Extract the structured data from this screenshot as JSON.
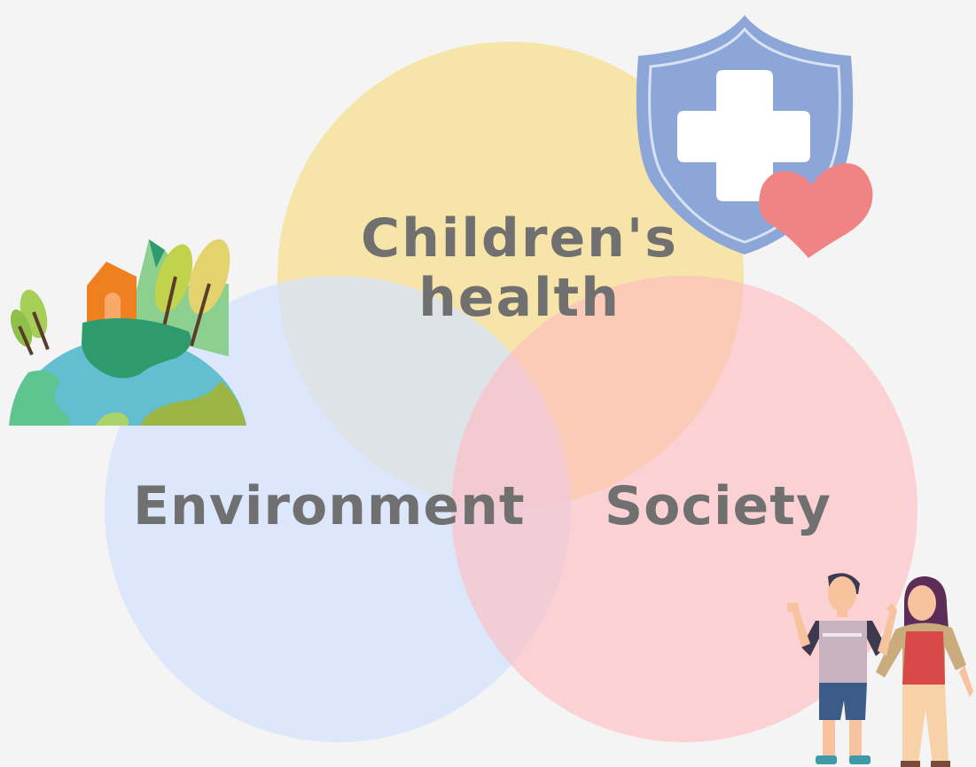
{
  "diagram": {
    "type": "venn",
    "sets": [
      {
        "id": "health",
        "label": "Children's health",
        "color": "#f8e199",
        "opacity": 0.82
      },
      {
        "id": "environment",
        "label": "Environment",
        "color": "#d2e2ff",
        "opacity": 0.72
      },
      {
        "id": "society",
        "label": "Society",
        "color": "#ffbcc0",
        "opacity": 0.62
      }
    ]
  },
  "illustrations": [
    {
      "name": "earth-with-trees-icon"
    },
    {
      "name": "shield-cross-heart-icon"
    },
    {
      "name": "children-icon"
    }
  ],
  "colors": {
    "background": "#f4f4f4",
    "text": "#707070"
  }
}
